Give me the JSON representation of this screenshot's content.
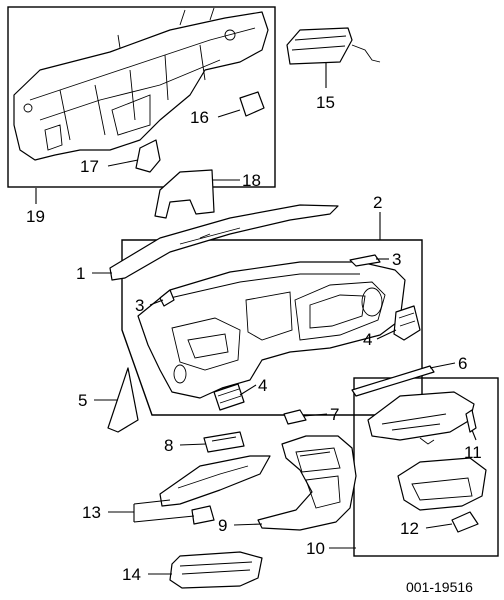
{
  "callouts": [
    "1",
    "2",
    "3",
    "3",
    "4",
    "4",
    "5",
    "6",
    "7",
    "8",
    "9",
    "10",
    "11",
    "12",
    "13",
    "14",
    "15",
    "16",
    "17",
    "18",
    "19"
  ],
  "reference_code": "001-19516"
}
